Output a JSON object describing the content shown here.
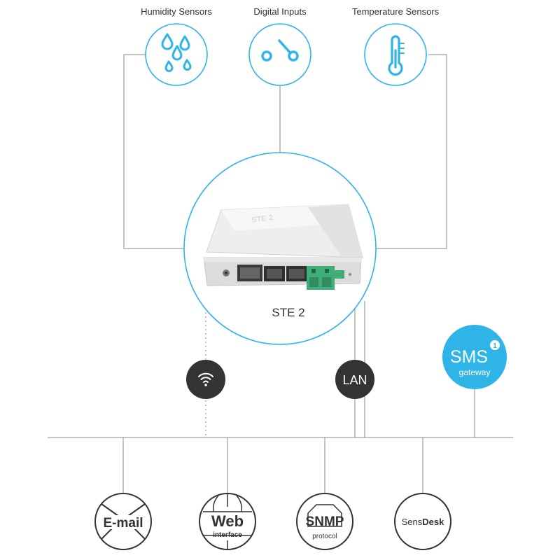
{
  "inputs": {
    "humidity": {
      "label": "Humidity Sensors",
      "icon": "water-drops-icon"
    },
    "digital": {
      "label": "Digital Inputs",
      "icon": "switch-icon"
    },
    "temperature": {
      "label": "Temperature Sensors",
      "icon": "thermometer-icon"
    }
  },
  "device": {
    "name": "STE 2",
    "case_text": "STE 2"
  },
  "connections": {
    "wifi": {
      "icon": "wifi-icon"
    },
    "lan": {
      "text": "LAN"
    },
    "sms": {
      "title": "SMS",
      "badge": "1",
      "subtitle": "gateway"
    }
  },
  "outputs": {
    "email": {
      "text": "E-mail",
      "icon": "envelope-icon"
    },
    "web": {
      "title": "Web",
      "subtitle": "interface"
    },
    "snmp": {
      "title": "SNMP",
      "subtitle": "protocol"
    },
    "sensdesk": {
      "prefix": "Sens",
      "suffix": "Desk"
    }
  },
  "colors": {
    "accent": "#2eb4e6",
    "line": "#777777",
    "dark": "#333333",
    "terminal": "#3fae78"
  }
}
